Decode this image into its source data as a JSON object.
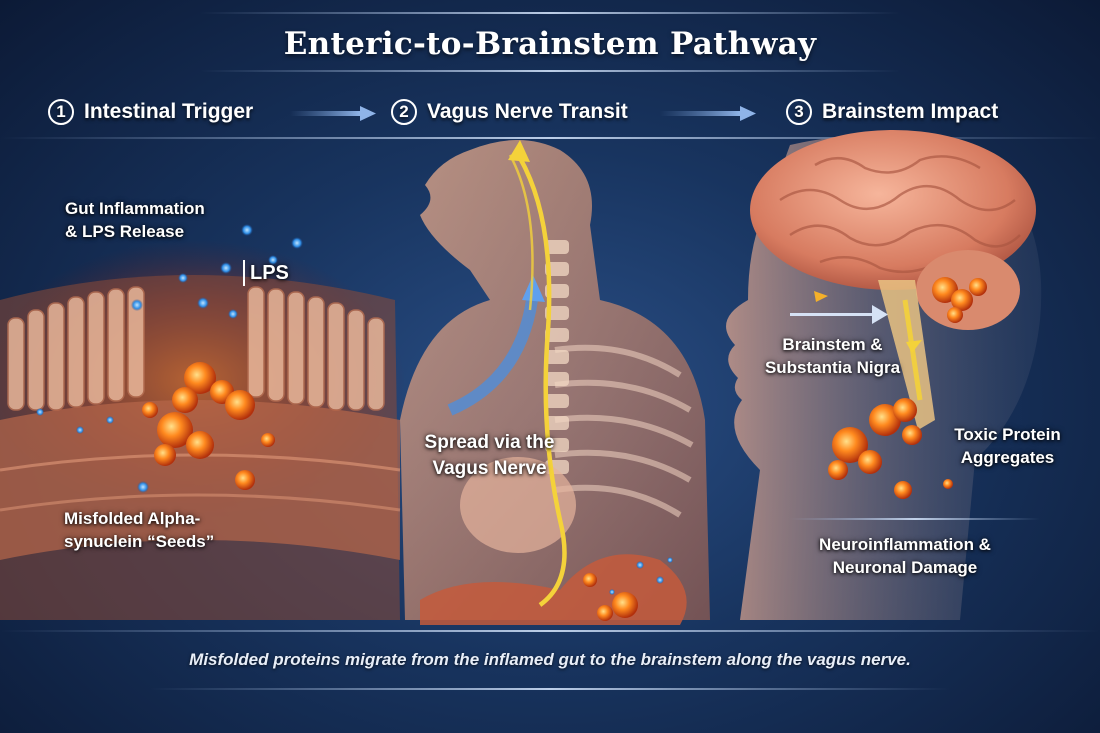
{
  "title": "Enteric-to-Brainstem Pathway",
  "steps": [
    {
      "number": "1",
      "label": "Intestinal Trigger"
    },
    {
      "number": "2",
      "label": "Vagus Nerve Transit"
    },
    {
      "number": "3",
      "label": "Brainstem Impact"
    }
  ],
  "labels": {
    "gut_inflammation": [
      "Gut Inflammation",
      "& LPS Release"
    ],
    "lps": "LPS",
    "misfolded": [
      "Misfolded Alpha-",
      "synuclein “Seeds”"
    ],
    "spread": [
      "Spread via the",
      "Vagus Nerve"
    ],
    "brainstem": [
      "Brainstem &",
      "Substantia Nigra"
    ],
    "toxic": [
      "Toxic Protein",
      "Aggregates"
    ],
    "neuro": [
      "Neuroinflammation &",
      "Neuronal Damage"
    ]
  },
  "caption": "Misfolded proteins migrate from the inflamed gut to the brainstem along the vagus nerve.",
  "colors": {
    "background": "#1a3560",
    "nerve": "#f4d23a",
    "lps": "#4aa8ff",
    "aggregate": "#ff8a1f",
    "tissue": "#c8704a",
    "brain": "#e89a7e"
  }
}
